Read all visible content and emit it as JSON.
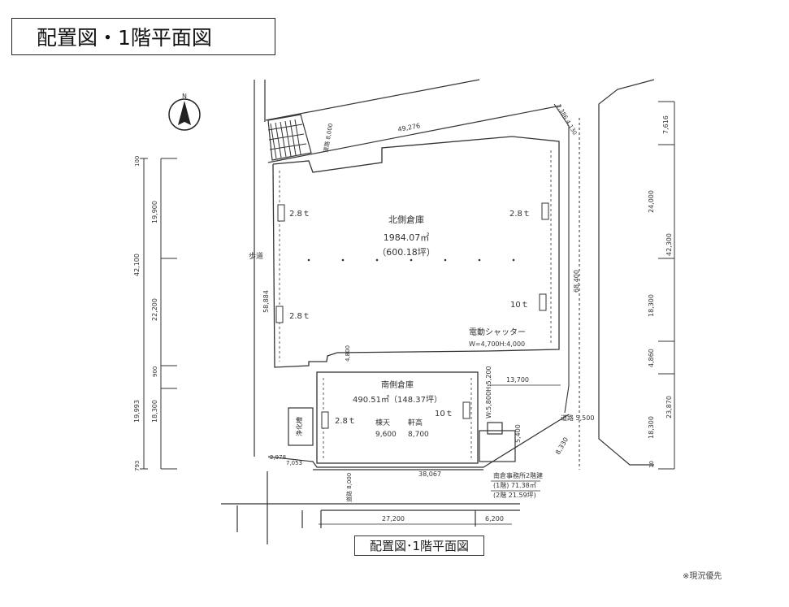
{
  "title": "配置図・1階平面図",
  "caption": "配置図･1階平面図",
  "note": "※現況優先",
  "north_label": "N",
  "north": {
    "name": "北側倉庫",
    "area_m2": "1984.07㎡",
    "area_tsubo": "（600.18坪）",
    "crane_nw": "2.8ｔ",
    "crane_ne": "2.8ｔ",
    "crane_sw": "2.8ｔ",
    "crane_se": "10ｔ",
    "shutter": "電動シャッター",
    "shutter_size": "W=4,700H:4,000",
    "walkway": "歩道"
  },
  "south": {
    "name": "南側倉庫",
    "area": "490.51㎡（148.37坪）",
    "crane_w": "2.8ｔ",
    "crane_e": "10ｔ",
    "span1_label": "棟天",
    "span2_label": "軒高",
    "span1": "9,600",
    "span2": "8,700",
    "septic": "浄化槽",
    "door": "W:5,800H:5,200"
  },
  "office": {
    "name": "南倉事務所2階建",
    "floor1": "(1階) 71.38㎡",
    "floor2": "(2階 21.59坪)"
  },
  "dims": {
    "top_road": "49,276",
    "road_north": "道路 8,000",
    "road_south": "道路 8,000",
    "ne_corner": "2,386 4,130",
    "east_len": "68,400",
    "east_road": "道路 5,500",
    "office_w": "13,700",
    "office_h": "5,400",
    "se_diag": "8,330",
    "west_len": "58,884",
    "sw_a": "2,978",
    "sw_b": "7,053",
    "south_len": "38,067",
    "south_4800": "4,800",
    "bottom_a": "27,200",
    "bottom_b": "6,200",
    "left_100": "100",
    "left_19900": "19,900",
    "left_42100": "42,100",
    "left_22200": "22,200",
    "left_900": "900",
    "left_19993": "19,993",
    "left_18300": "18,300",
    "left_793": "793",
    "right_7616": "7,616",
    "right_24000": "24,000",
    "right_42300": "42,300",
    "right_18300a": "18,300",
    "right_4860": "4,860",
    "right_18300b": "18,300",
    "right_23870": "23,870",
    "right_10": "10"
  }
}
